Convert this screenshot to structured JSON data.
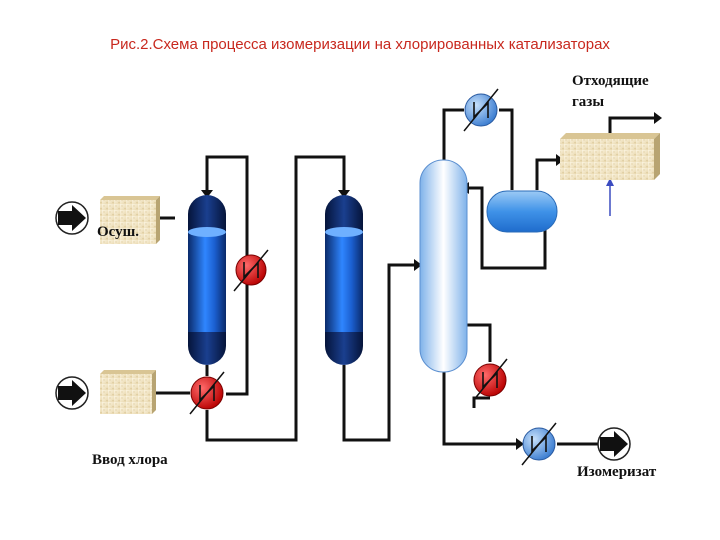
{
  "title": "Рис.2.Схема процесса изомеризации на хлорированных катализаторах",
  "labels": {
    "dryer": "Осуш.",
    "offgas_line1": "Отходящие",
    "offgas_line2": "газы",
    "chlorine_input": "Ввод хлора",
    "isomerizate": "Изомеризат"
  },
  "colors": {
    "title": "#c8281e",
    "pipe": "#111111",
    "reactor": "#1e6fd6",
    "column": "#cfe6fb",
    "heater": "#e01919",
    "cooler": "#7fb0e6",
    "box": "#f1e6c8"
  }
}
